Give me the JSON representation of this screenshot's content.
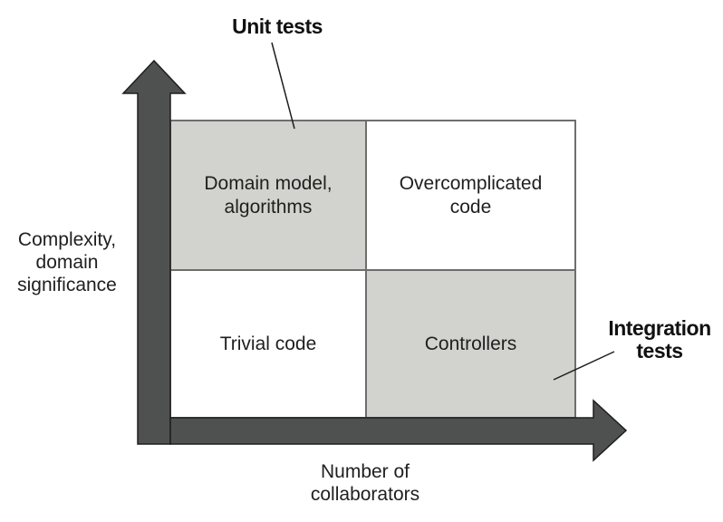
{
  "figure_title": "unit-vs-integration-tests-quadrant",
  "axes": {
    "y_label": "Complexity,\ndomain\nsignificance",
    "x_label": "Number of\ncollaborators"
  },
  "quadrants": [
    {
      "position": "top-left",
      "label": "Domain model,\nalgorithms",
      "shaded": true
    },
    {
      "position": "top-right",
      "label": "Overcomplicated\ncode",
      "shaded": false
    },
    {
      "position": "bottom-left",
      "label": "Trivial code",
      "shaded": false
    },
    {
      "position": "bottom-right",
      "label": "Controllers",
      "shaded": true
    }
  ],
  "callouts": [
    {
      "id": "unit-tests",
      "label": "Unit tests",
      "points_to": "top-left"
    },
    {
      "id": "integration-tests",
      "label": "Integration\ntests",
      "points_to": "bottom-right"
    }
  ],
  "colors": {
    "quadrant_shaded": "#d2d2ce",
    "quadrant_plain": "#ffffff",
    "grid_line": "#6e6e6e",
    "arrow_fill": "#4f5150",
    "arrow_outline": "#1e1e1e",
    "text": "#1f1f1f"
  }
}
